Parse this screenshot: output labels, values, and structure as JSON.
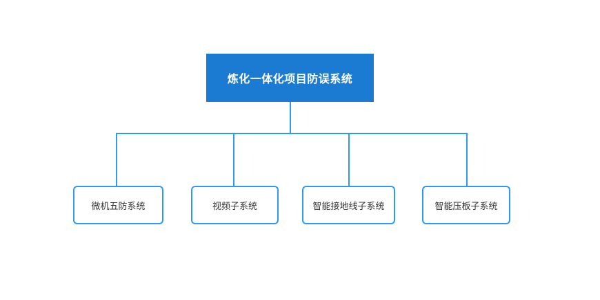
{
  "diagram": {
    "title_node": {
      "label": "炼化一体化项目防误系统"
    },
    "children": [
      {
        "label": "微机五防系统"
      },
      {
        "label": "视频子系统"
      },
      {
        "label": "智能接地线子系统"
      },
      {
        "label": "智能压板子系统"
      }
    ],
    "colors": {
      "root_fill": "#1b7bd3",
      "root_text": "#ffffff",
      "child_border": "#2e9aef",
      "child_text": "#333333",
      "line": "#2e9aef"
    }
  }
}
